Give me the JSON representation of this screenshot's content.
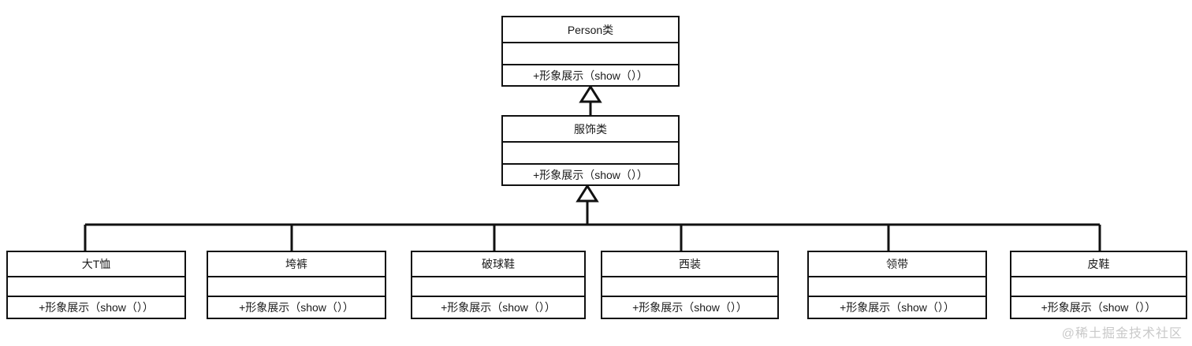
{
  "diagram": {
    "type": "uml-class-diagram",
    "title": "",
    "method_label": "+形象展示（show（））",
    "relationship": "generalization",
    "classes": [
      {
        "id": "person",
        "name": "Person类",
        "attributes": "",
        "methods": "+形象展示（show（））",
        "level": 0
      },
      {
        "id": "clothing",
        "name": "服饰类",
        "attributes": "",
        "methods": "+形象展示（show（））",
        "level": 1
      },
      {
        "id": "tshirt",
        "name": "大T恤",
        "attributes": "",
        "methods": "+形象展示（show（））",
        "level": 2
      },
      {
        "id": "baggy-pants",
        "name": "垮裤",
        "attributes": "",
        "methods": "+形象展示（show（））",
        "level": 2
      },
      {
        "id": "worn-sneakers",
        "name": "破球鞋",
        "attributes": "",
        "methods": "+形象展示（show（））",
        "level": 2
      },
      {
        "id": "suit",
        "name": "西装",
        "attributes": "",
        "methods": "+形象展示（show（））",
        "level": 2
      },
      {
        "id": "tie",
        "name": "领带",
        "attributes": "",
        "methods": "+形象展示（show（））",
        "level": 2
      },
      {
        "id": "leather-shoes",
        "name": "皮鞋",
        "attributes": "",
        "methods": "+形象展示（show（））",
        "level": 2
      }
    ],
    "edges": [
      {
        "from": "clothing",
        "to": "person",
        "kind": "inheritance"
      },
      {
        "from": "tshirt",
        "to": "clothing",
        "kind": "inheritance"
      },
      {
        "from": "baggy-pants",
        "to": "clothing",
        "kind": "inheritance"
      },
      {
        "from": "worn-sneakers",
        "to": "clothing",
        "kind": "inheritance"
      },
      {
        "from": "suit",
        "to": "clothing",
        "kind": "inheritance"
      },
      {
        "from": "tie",
        "to": "clothing",
        "kind": "inheritance"
      },
      {
        "from": "leather-shoes",
        "to": "clothing",
        "kind": "inheritance"
      }
    ],
    "colors": {
      "stroke": "#111111",
      "fill": "#ffffff",
      "text": "#1a1a1a",
      "watermark": "#c9c9c9"
    }
  },
  "watermark": {
    "text": "@稀土掘金技术社区"
  }
}
